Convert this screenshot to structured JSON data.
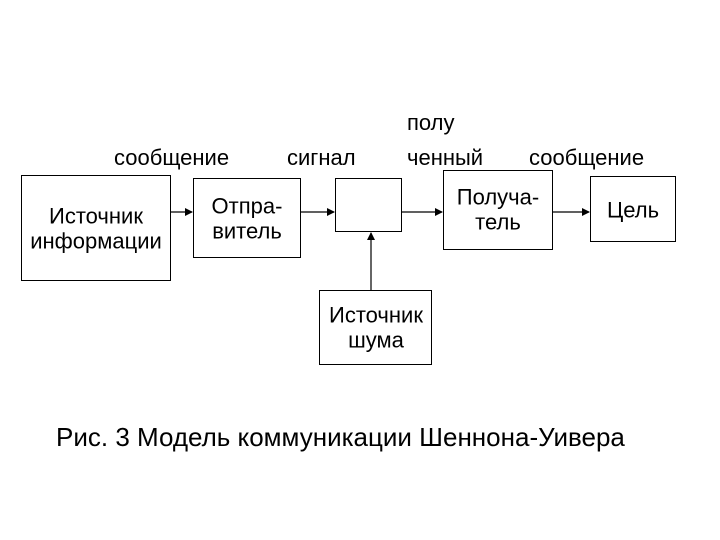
{
  "diagram": {
    "labels": {
      "message_1": "сообщение",
      "signal": "сигнал",
      "received_top": "полу",
      "received_bottom": "ченный",
      "message_2": "сообщение"
    },
    "boxes": {
      "source": [
        "Источник",
        "информации"
      ],
      "sender": [
        "Отпра-",
        "витель"
      ],
      "channel": "",
      "receiver": [
        "Получа-",
        "тель"
      ],
      "destination": [
        "Цель"
      ],
      "noise": [
        "Источник",
        "шума"
      ]
    },
    "caption": "Рис. 3 Модель коммуникации Шеннона-Уивера"
  }
}
